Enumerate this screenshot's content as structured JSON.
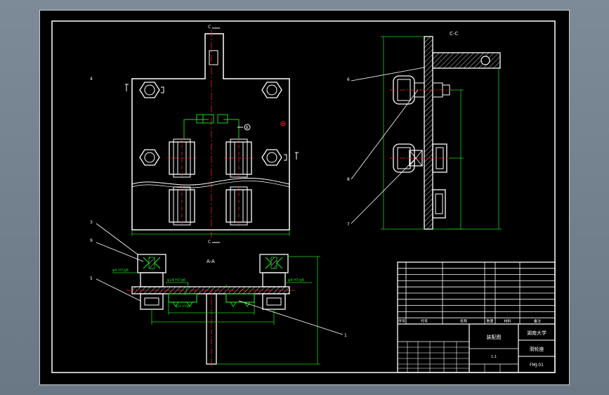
{
  "drawing": {
    "section_labels": {
      "cc": "C-C",
      "aa": "A-A"
    },
    "cut_marks": {
      "top": "C",
      "bottom": "C"
    },
    "datum_label": "A",
    "balloons": [
      "4",
      "6",
      "8",
      "7",
      "3",
      "9",
      "5",
      "1"
    ],
    "fits": [
      "φ4 H7/g6",
      "φ4 H7/g6",
      "φ14 H7/g6",
      "φ14 H7/g6"
    ],
    "colors": {
      "background": "#000000",
      "frame": "#ffffff",
      "centerline": "#ff2020",
      "dimension": "#19d419",
      "leader": "#ffffff",
      "hatch": "#ffffff"
    }
  },
  "title_block": {
    "university": "湖南大学",
    "part_name": "滑轮座",
    "drawing_no": "FMJ-01",
    "assembly_label": "装配图",
    "scale": "1:1",
    "parts_header": [
      "序号",
      "代号",
      "名称",
      "数量",
      "材料",
      "备注"
    ]
  }
}
